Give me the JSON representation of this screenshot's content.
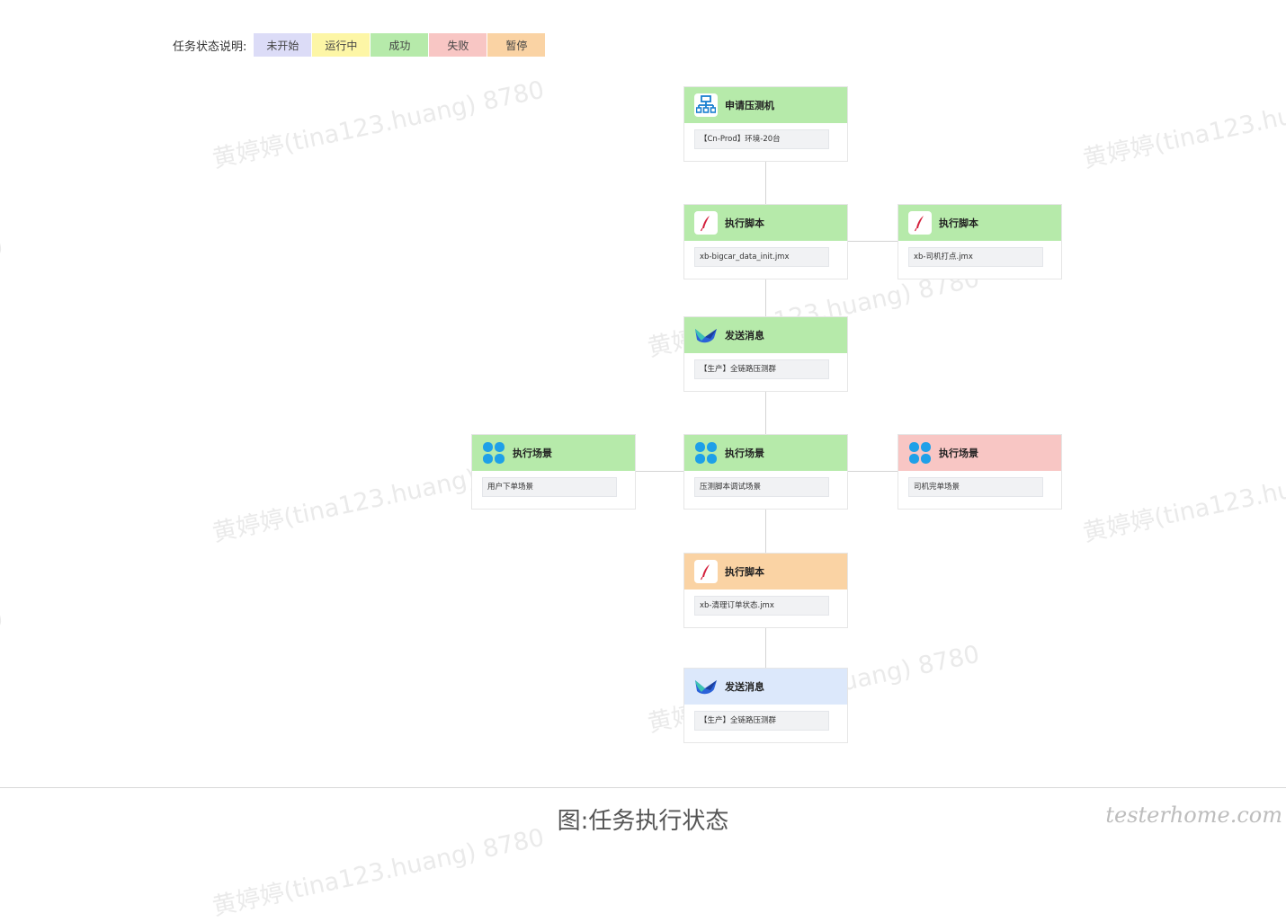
{
  "legend": {
    "title": "任务状态说明:",
    "items": [
      {
        "label": "未开始",
        "color": "#dcdcf7"
      },
      {
        "label": "运行中",
        "color": "#fdf6a6"
      },
      {
        "label": "成功",
        "color": "#b6eaaa"
      },
      {
        "label": "失败",
        "color": "#f8c6c4"
      },
      {
        "label": "暂停",
        "color": "#fad3a4"
      }
    ]
  },
  "status_colors": {
    "success": "#b6eaaa",
    "failed": "#f8c6c4",
    "paused": "#fad3a4",
    "not_started": "#dce8fb"
  },
  "watermark_text": "黄婷婷(tina123.huang) 8780",
  "nodes": [
    {
      "title": "申请压测机",
      "detail": "【Cn-Prod】环境-20台",
      "status": "success",
      "icon": "server-network-icon"
    },
    {
      "title": "执行脚本",
      "detail": "xb-bigcar_data_init.jmx",
      "status": "success",
      "icon": "feather-script-icon"
    },
    {
      "title": "执行脚本",
      "detail": "xb-司机打点.jmx",
      "status": "success",
      "icon": "feather-script-icon"
    },
    {
      "title": "发送消息",
      "detail": "【生产】全链路压测群",
      "status": "success",
      "icon": "message-bird-icon"
    },
    {
      "title": "执行场景",
      "detail": "用户下单场景",
      "status": "success",
      "icon": "clover-scene-icon"
    },
    {
      "title": "执行场景",
      "detail": "压测脚本调试场景",
      "status": "success",
      "icon": "clover-scene-icon"
    },
    {
      "title": "执行场景",
      "detail": "司机完单场景",
      "status": "failed",
      "icon": "clover-scene-icon"
    },
    {
      "title": "执行脚本",
      "detail": "xb-清理订单状态.jmx",
      "status": "paused",
      "icon": "feather-script-icon"
    },
    {
      "title": "发送消息",
      "detail": "【生产】全链路压测群",
      "status": "not_started",
      "icon": "message-bird-icon"
    }
  ],
  "caption": "图:任务执行状态",
  "site": "testerhome.com"
}
